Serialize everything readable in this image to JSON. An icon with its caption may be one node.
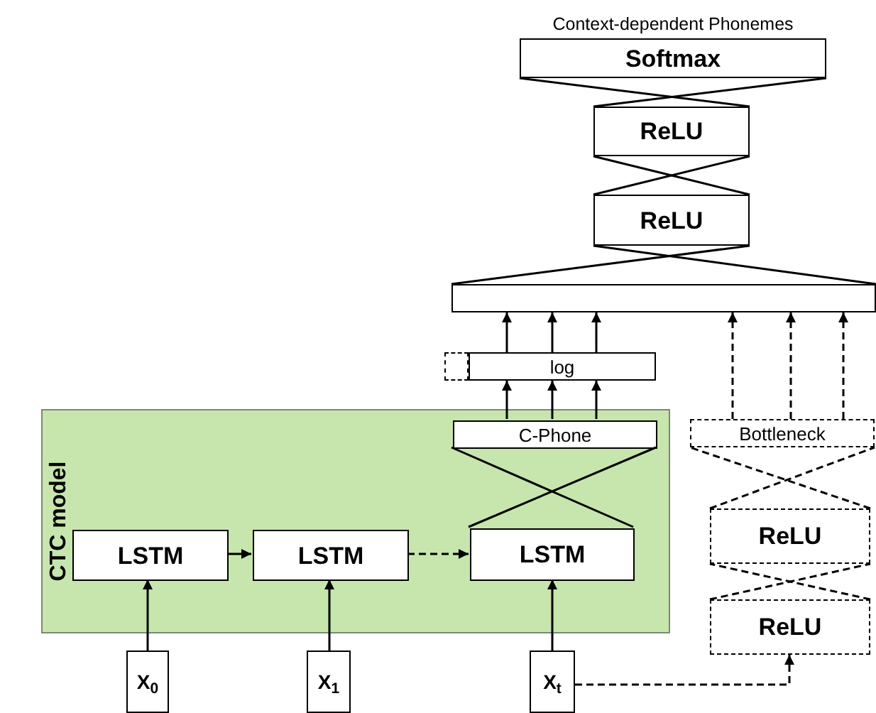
{
  "diagram": {
    "nodes": [
      {
        "text": [
          "CTC model"
        ]
      },
      {
        "text": [
          "LSTM"
        ],
        "in": 0
      },
      {
        "text": [
          "LSTM"
        ],
        "in": 0
      },
      {
        "text": [
          "LSTM"
        ],
        "in": 0
      },
      {
        "text": [
          "C-Phone"
        ],
        "in": 0
      },
      {
        "text": [],
        "shape": "box"
      },
      {
        "text": [
          "log"
        ]
      },
      {
        "text": [],
        "shape": "box"
      },
      {
        "text": [
          "ReLU"
        ]
      },
      {
        "text": [
          "ReLU"
        ]
      },
      {
        "text": [
          "Softmax"
        ],
        "beside": [
          "Context-dependent Phonemes"
        ]
      },
      {
        "text": [
          "Bottleneck"
        ]
      },
      {
        "text": [
          "ReLU"
        ]
      },
      {
        "text": [
          "ReLU"
        ]
      },
      {
        "text": [
          "X$_{0}$"
        ]
      },
      {
        "text": [
          "X$_{1}$"
        ]
      },
      {
        "text": [
          "X$_{t}$"
        ]
      }
    ],
    "edges": [
      {
        "from": 14,
        "to": 1,
        "arrow": "to"
      },
      {
        "from": 15,
        "to": 2,
        "arrow": "to"
      },
      {
        "from": 16,
        "to": 3,
        "arrow": "to"
      },
      {
        "from": 1,
        "to": 2,
        "arrow": "to"
      },
      {
        "from": 2,
        "to": 3,
        "arrow": "to",
        "style": "dashed"
      },
      {
        "from": 3,
        "to": 4,
        "arrow": "none"
      },
      {
        "from": 3,
        "to": 4,
        "arrow": "none"
      },
      {
        "from": 4,
        "to": 6,
        "arrow": "to"
      },
      {
        "from": 4,
        "to": 6,
        "arrow": "to"
      },
      {
        "from": 4,
        "to": 6,
        "arrow": "to"
      },
      {
        "from": 6,
        "to": 5,
        "arrow": "to"
      },
      {
        "from": 6,
        "to": 5,
        "arrow": "to"
      },
      {
        "from": 6,
        "to": 5,
        "arrow": "to"
      },
      {
        "from": 16,
        "to": 13,
        "arrow": "to",
        "style": "dashed"
      },
      {
        "from": 13,
        "to": 12,
        "arrow": "none",
        "style": "dashed"
      },
      {
        "from": 13,
        "to": 12,
        "arrow": "none",
        "style": "dashed"
      },
      {
        "from": 12,
        "to": 11,
        "arrow": "none",
        "style": "dashed"
      },
      {
        "from": 12,
        "to": 11,
        "arrow": "none",
        "style": "dashed"
      },
      {
        "from": 11,
        "to": 5,
        "arrow": "to",
        "style": "dashed"
      },
      {
        "from": 11,
        "to": 5,
        "arrow": "to",
        "style": "dashed"
      },
      {
        "from": 11,
        "to": 5,
        "arrow": "to",
        "style": "dashed"
      },
      {
        "from": 5,
        "to": 8,
        "arrow": "none"
      },
      {
        "from": 5,
        "to": 8,
        "arrow": "none"
      },
      {
        "from": 8,
        "to": 9,
        "arrow": "none"
      },
      {
        "from": 8,
        "to": 9,
        "arrow": "none"
      },
      {
        "from": 9,
        "to": 10,
        "arrow": "none"
      },
      {
        "from": 9,
        "to": 10,
        "arrow": "none"
      }
    ]
  }
}
